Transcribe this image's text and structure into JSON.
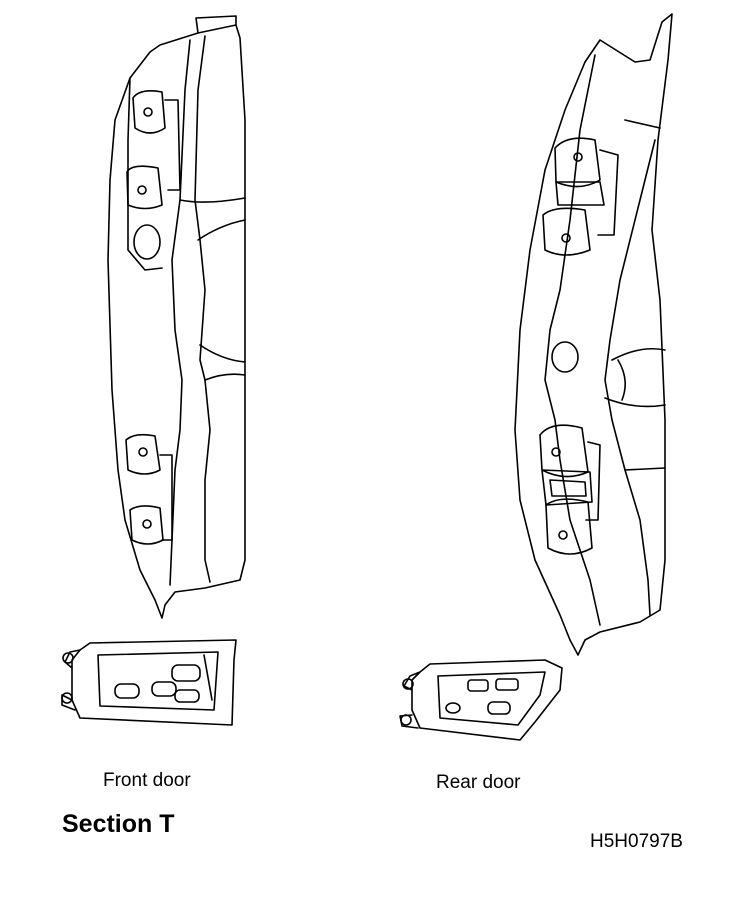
{
  "labels": {
    "front_door": "Front door",
    "rear_door": "Rear door",
    "section": "Section T",
    "figure_code": "H5H0797B"
  },
  "colors": {
    "line": "#000000",
    "background": "#ffffff"
  }
}
